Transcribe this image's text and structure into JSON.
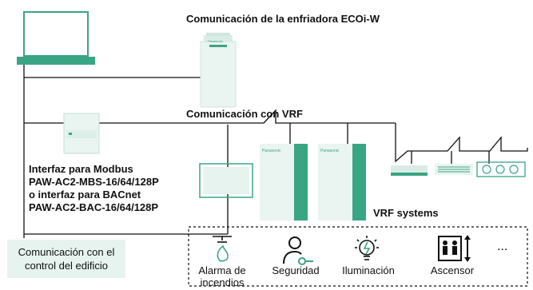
{
  "labels": {
    "chiller_comm": "Comunicación de la enfriadora ECOi-W",
    "vrf_comm": "Comunicación con VRF",
    "vrf_systems": "VRF systems",
    "brand": "Panasonic"
  },
  "interface": {
    "lines": [
      "Interfaz para Modbus",
      "PAW-AC2-MBS-16/64/128P",
      "o interfaz para BACnet",
      "PAW-AC2-BAC-16/64/128P"
    ]
  },
  "building": {
    "line1": "Comunicación con el",
    "line2": "control del edificio"
  },
  "devices": [
    {
      "line1": "Alarma de",
      "line2": "incendios",
      "icon": "fire-alarm-icon"
    },
    {
      "line1": "Seguridad",
      "line2": "",
      "icon": "security-icon"
    },
    {
      "line1": "Iluminación",
      "line2": "",
      "icon": "lighting-icon"
    },
    {
      "line1": "Ascensor",
      "line2": "",
      "icon": "elevator-icon"
    }
  ],
  "more": "...",
  "colors": {
    "accent": "#3aa583",
    "light_green": "#e6f3ef",
    "line": "#111111"
  }
}
